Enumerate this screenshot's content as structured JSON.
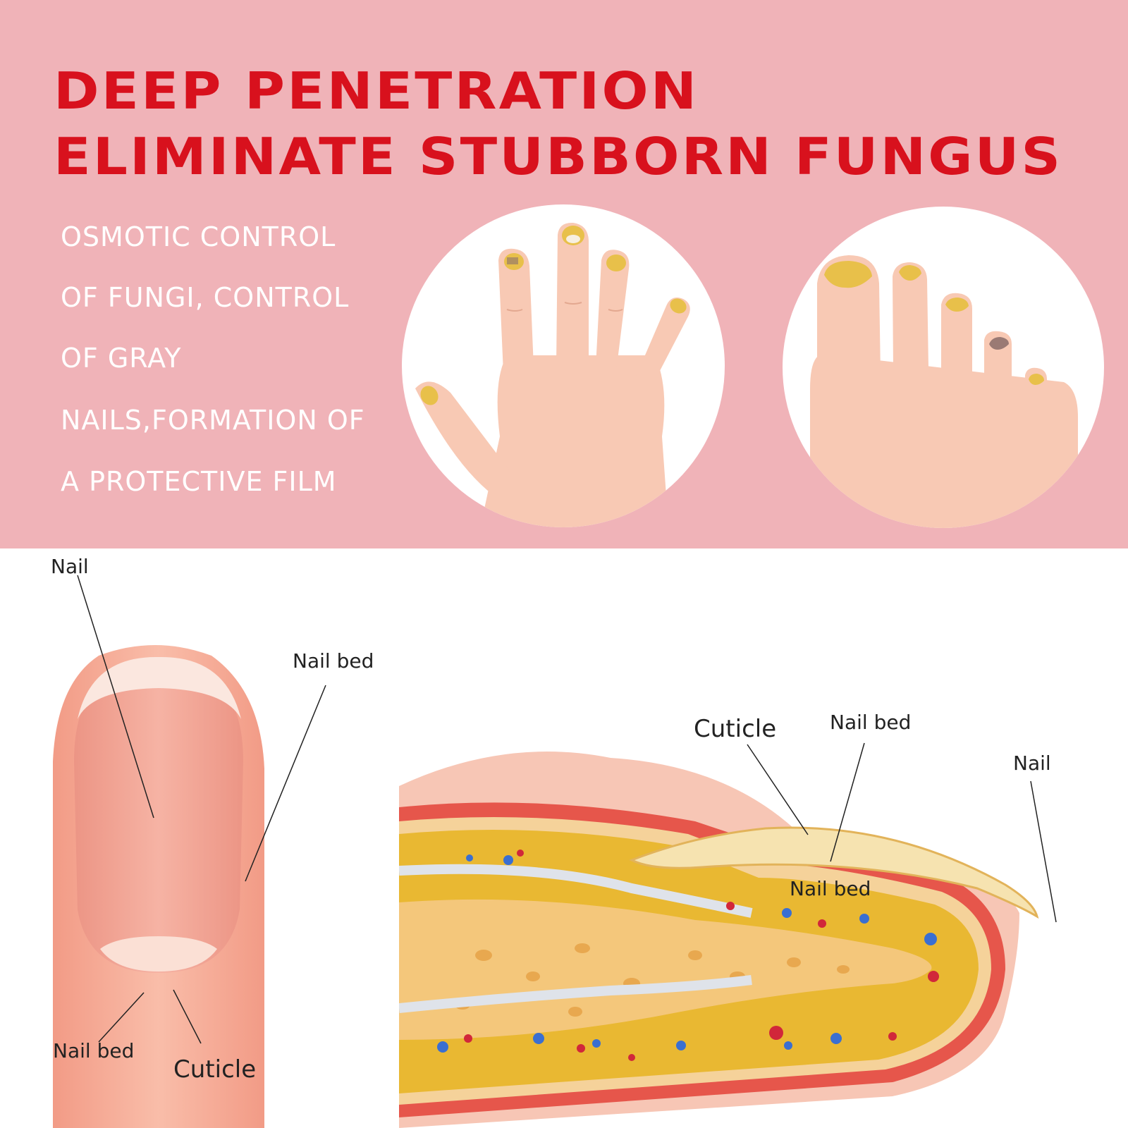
{
  "banner": {
    "headline_line1": "DEEP PENETRATION",
    "headline_line2": "ELIMINATE STUBBORN FUNGUS",
    "description_lines": [
      "OSMOTIC CONTROL",
      "OF FUNGI, CONTROL",
      "OF GRAY",
      "NAILS,FORMATION OF",
      "A PROTECTIVE FILM"
    ]
  },
  "finger_top_view": {
    "labels": {
      "nail": "Nail",
      "nail_bed_right": "Nail bed",
      "nail_bed_bottom": "Nail bed",
      "cuticle": "Cuticle"
    }
  },
  "cross_section": {
    "labels": {
      "cuticle": "Cuticle",
      "nail_bed_top": "Nail bed",
      "nail": "Nail",
      "nail_bed_inner": "Nail bed"
    }
  },
  "colors": {
    "banner_background": "#f0b3b8",
    "headline_red": "#d8111d",
    "description_white": "#ffffff",
    "skin": "#f8c9b4",
    "infected_nail_yellow": "#e8c04a"
  },
  "icons": [
    "infected-hand-illustration",
    "infected-toes-illustration",
    "finger-top-view-illustration",
    "nail-cross-section-illustration"
  ]
}
